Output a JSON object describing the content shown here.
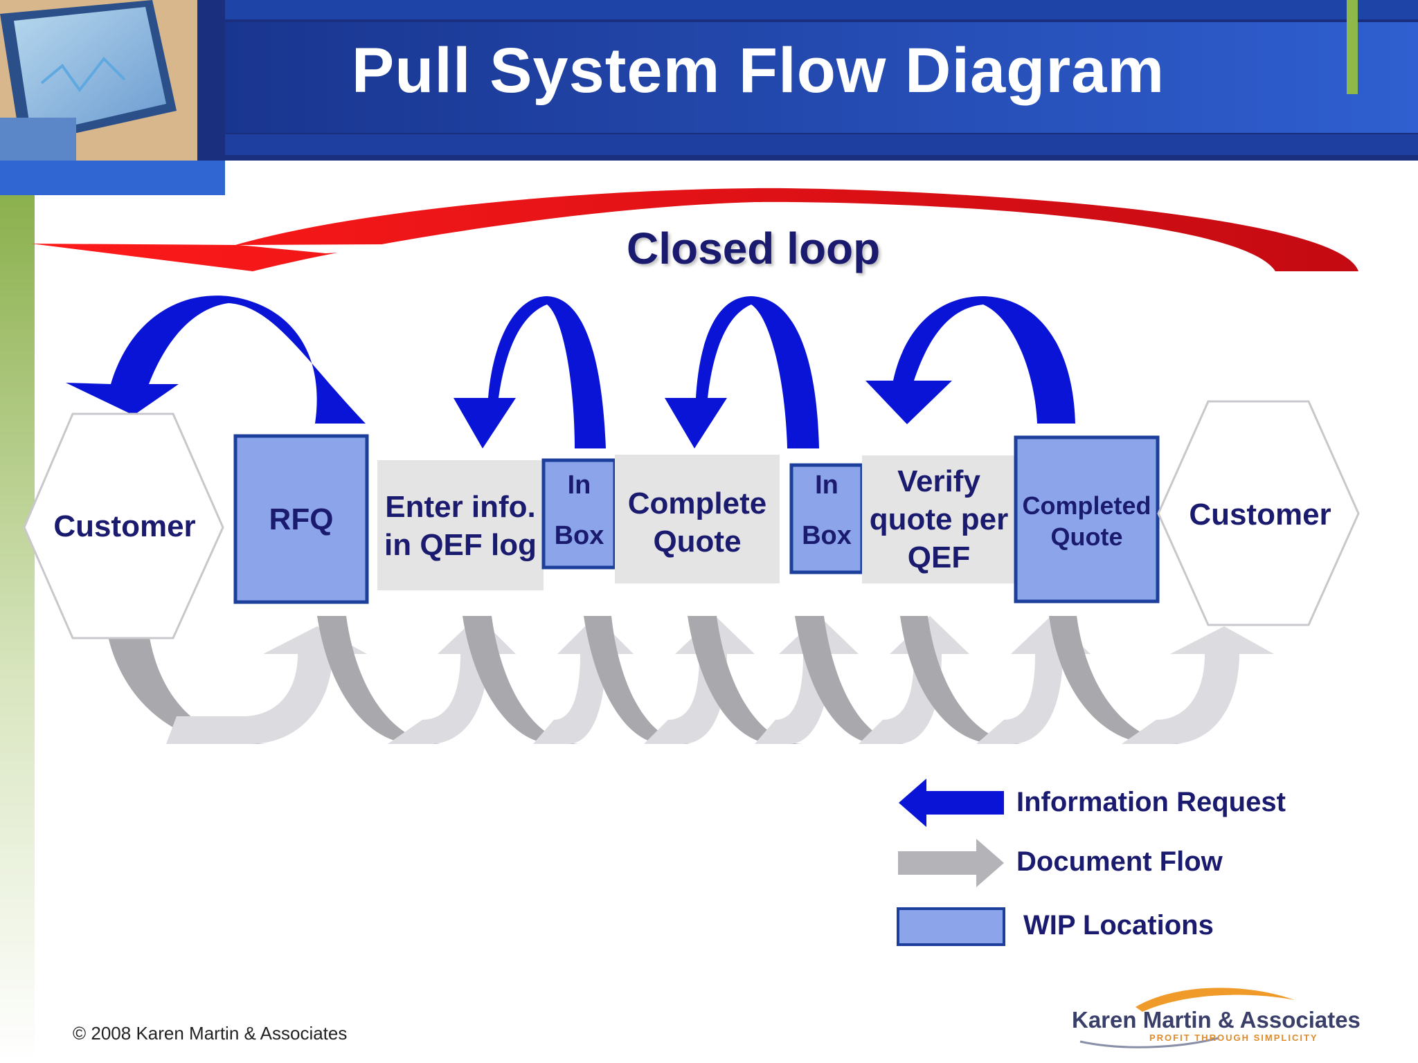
{
  "title": "Pull System Flow Diagram",
  "closed_loop_label": "Closed loop",
  "nodes": {
    "customer_left": "Customer",
    "rfq": "RFQ",
    "enter_info": "Enter info. in QEF log",
    "inbox1_a": "In",
    "inbox1_b": "Box",
    "complete_quote": "Complete Quote",
    "inbox2_a": "In",
    "inbox2_b": "Box",
    "verify_quote": "Verify quote per QEF",
    "completed_quote": "Completed Quote",
    "customer_right": "Customer"
  },
  "legend": {
    "information_request": "Information Request",
    "document_flow": "Document Flow",
    "wip_locations": "WIP Locations"
  },
  "footer": "© 2008 Karen Martin & Associates",
  "logo": {
    "name": "Karen Martin & Associates",
    "tagline": "PROFIT THROUGH SIMPLICITY"
  },
  "colors": {
    "header_blue": "#1f3f9e",
    "info_arrow": "#0a14d6",
    "loop_red": "#e8101a",
    "wip_fill": "#8ba4ea",
    "wip_border": "#1c3f9c",
    "process_fill": "#e4e4e4",
    "doc_flow_gray": "#c8c8cc",
    "text_navy": "#1a1a6e"
  }
}
